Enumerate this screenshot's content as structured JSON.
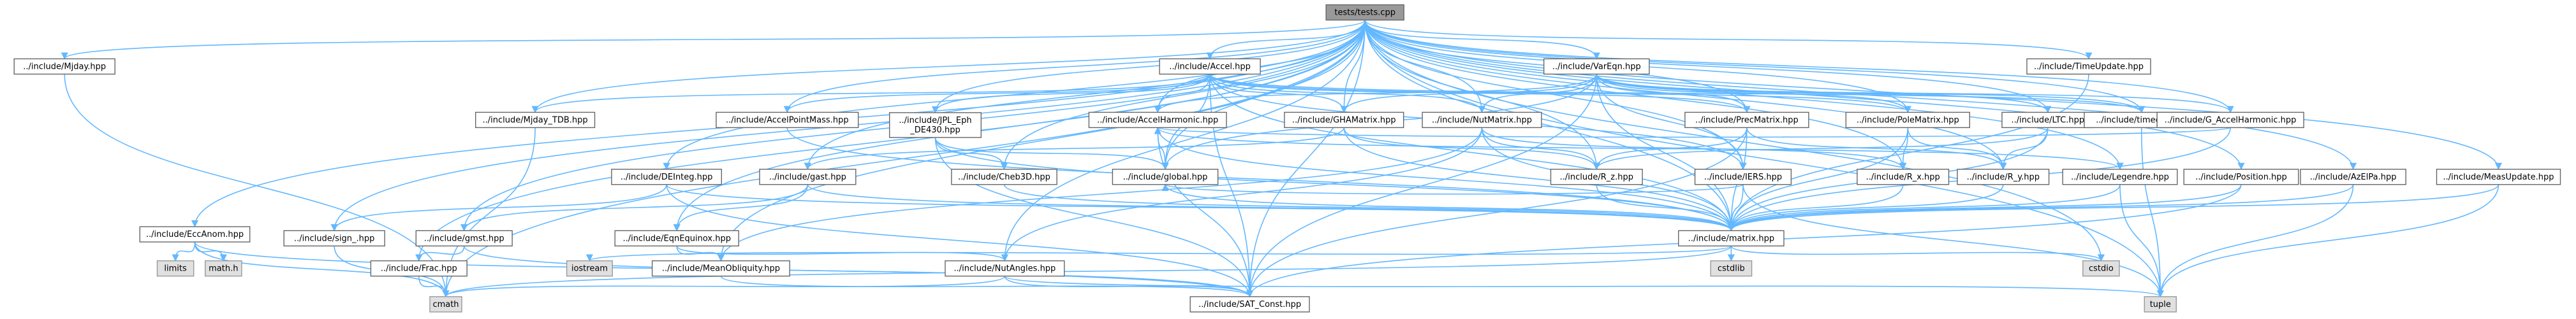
{
  "diagram": {
    "root": "tests/tests.cpp",
    "nodes": [
      {
        "id": "root",
        "label": "tests/tests.cpp",
        "kind": "root"
      },
      {
        "id": "mjday",
        "label": "../include/Mjday.hpp",
        "kind": "file"
      },
      {
        "id": "accel",
        "label": "../include/Accel.hpp",
        "kind": "file"
      },
      {
        "id": "varEqn",
        "label": "../include/VarEqn.hpp",
        "kind": "file"
      },
      {
        "id": "timeUpdate",
        "label": "../include/TimeUpdate.hpp",
        "kind": "file"
      },
      {
        "id": "mjdayTdb",
        "label": "../include/Mjday_TDB.hpp",
        "kind": "file"
      },
      {
        "id": "accelPointMass",
        "label": "../include/AccelPointMass.hpp",
        "kind": "file"
      },
      {
        "id": "jplEph",
        "label": "../include/JPL_Eph\n_DE430.hpp",
        "kind": "file"
      },
      {
        "id": "accelHarmonic",
        "label": "../include/AccelHarmonic.hpp",
        "kind": "file"
      },
      {
        "id": "gHAMatrix",
        "label": "../include/GHAMatrix.hpp",
        "kind": "file"
      },
      {
        "id": "nutMatrix",
        "label": "../include/NutMatrix.hpp",
        "kind": "file"
      },
      {
        "id": "precMatrix",
        "label": "../include/PrecMatrix.hpp",
        "kind": "file"
      },
      {
        "id": "poleMatrix",
        "label": "../include/PoleMatrix.hpp",
        "kind": "file"
      },
      {
        "id": "lti",
        "label": "../include/LTC.hpp",
        "kind": "file"
      },
      {
        "id": "timediff",
        "label": "../include/timediff.hpp",
        "kind": "file"
      },
      {
        "id": "gAccelHarmonic",
        "label": "../include/G_AccelHarmonic.hpp",
        "kind": "file"
      },
      {
        "id": "deInteg",
        "label": "../include/DEInteg.hpp",
        "kind": "file"
      },
      {
        "id": "gast",
        "label": "../include/gast.hpp",
        "kind": "file"
      },
      {
        "id": "cheb3d",
        "label": "../include/Cheb3D.hpp",
        "kind": "file"
      },
      {
        "id": "global",
        "label": "../include/global.hpp",
        "kind": "file"
      },
      {
        "id": "rz",
        "label": "../include/R_z.hpp",
        "kind": "file"
      },
      {
        "id": "iers",
        "label": "../include/IERS.hpp",
        "kind": "file"
      },
      {
        "id": "rx",
        "label": "../include/R_x.hpp",
        "kind": "file"
      },
      {
        "id": "ry",
        "label": "../include/R_y.hpp",
        "kind": "file"
      },
      {
        "id": "legendre",
        "label": "../include/Legendre.hpp",
        "kind": "file"
      },
      {
        "id": "position",
        "label": "../include/Position.hpp",
        "kind": "file"
      },
      {
        "id": "azElPa",
        "label": "../include/AzElPa.hpp",
        "kind": "file"
      },
      {
        "id": "measUpdate",
        "label": "../include/MeasUpdate.hpp",
        "kind": "file"
      },
      {
        "id": "eccAnom",
        "label": "../include/EccAnom.hpp",
        "kind": "file"
      },
      {
        "id": "sign",
        "label": "../include/sign_.hpp",
        "kind": "file"
      },
      {
        "id": "gmst",
        "label": "../include/gmst.hpp",
        "kind": "file"
      },
      {
        "id": "eqnEquinox",
        "label": "../include/EqnEquinox.hpp",
        "kind": "file"
      },
      {
        "id": "matrix",
        "label": "../include/matrix.hpp",
        "kind": "file"
      },
      {
        "id": "limits",
        "label": "limits",
        "kind": "sys"
      },
      {
        "id": "mathh",
        "label": "math.h",
        "kind": "sys"
      },
      {
        "id": "frac",
        "label": "../include/Frac.hpp",
        "kind": "file"
      },
      {
        "id": "iostream",
        "label": "iostream",
        "kind": "sys"
      },
      {
        "id": "meanObliquity",
        "label": "../include/MeanObliquity.hpp",
        "kind": "file"
      },
      {
        "id": "nutAngles",
        "label": "../include/NutAngles.hpp",
        "kind": "file"
      },
      {
        "id": "cstdlib",
        "label": "cstdlib",
        "kind": "sys"
      },
      {
        "id": "cstdio",
        "label": "cstdio",
        "kind": "sys"
      },
      {
        "id": "cmath",
        "label": "cmath",
        "kind": "sys"
      },
      {
        "id": "satConst",
        "label": "../include/SAT_Const.hpp",
        "kind": "file"
      },
      {
        "id": "tuple",
        "label": "tuple",
        "kind": "sys"
      }
    ],
    "edges": [
      [
        "root",
        "mjday"
      ],
      [
        "root",
        "accel"
      ],
      [
        "root",
        "varEqn"
      ],
      [
        "root",
        "timeUpdate"
      ],
      [
        "root",
        "mjdayTdb"
      ],
      [
        "root",
        "accelPointMass"
      ],
      [
        "root",
        "jplEph"
      ],
      [
        "root",
        "accelHarmonic"
      ],
      [
        "root",
        "gHAMatrix"
      ],
      [
        "root",
        "nutMatrix"
      ],
      [
        "root",
        "precMatrix"
      ],
      [
        "root",
        "poleMatrix"
      ],
      [
        "root",
        "lti"
      ],
      [
        "root",
        "timediff"
      ],
      [
        "root",
        "gAccelHarmonic"
      ],
      [
        "root",
        "deInteg"
      ],
      [
        "root",
        "gast"
      ],
      [
        "root",
        "cheb3d"
      ],
      [
        "root",
        "global"
      ],
      [
        "root",
        "rz"
      ],
      [
        "root",
        "iers"
      ],
      [
        "root",
        "rx"
      ],
      [
        "root",
        "ry"
      ],
      [
        "root",
        "legendre"
      ],
      [
        "root",
        "position"
      ],
      [
        "root",
        "azElPa"
      ],
      [
        "root",
        "measUpdate"
      ],
      [
        "root",
        "eccAnom"
      ],
      [
        "root",
        "sign"
      ],
      [
        "root",
        "gmst"
      ],
      [
        "root",
        "eqnEquinox"
      ],
      [
        "root",
        "matrix"
      ],
      [
        "root",
        "frac"
      ],
      [
        "root",
        "meanObliquity"
      ],
      [
        "root",
        "nutAngles"
      ],
      [
        "root",
        "cstdio"
      ],
      [
        "root",
        "cmath"
      ],
      [
        "root",
        "satConst"
      ],
      [
        "root",
        "tuple"
      ],
      [
        "mjday",
        "cmath"
      ],
      [
        "accel",
        "mjdayTdb"
      ],
      [
        "accel",
        "accelPointMass"
      ],
      [
        "accel",
        "jplEph"
      ],
      [
        "accel",
        "accelHarmonic"
      ],
      [
        "accel",
        "gHAMatrix"
      ],
      [
        "accel",
        "nutMatrix"
      ],
      [
        "accel",
        "precMatrix"
      ],
      [
        "accel",
        "poleMatrix"
      ],
      [
        "accel",
        "iers"
      ],
      [
        "accel",
        "global"
      ],
      [
        "accel",
        "matrix"
      ],
      [
        "accel",
        "satConst"
      ],
      [
        "accel",
        "timediff"
      ],
      [
        "varEqn",
        "accelHarmonic"
      ],
      [
        "varEqn",
        "gHAMatrix"
      ],
      [
        "varEqn",
        "nutMatrix"
      ],
      [
        "varEqn",
        "precMatrix"
      ],
      [
        "varEqn",
        "poleMatrix"
      ],
      [
        "varEqn",
        "timediff"
      ],
      [
        "varEqn",
        "gAccelHarmonic"
      ],
      [
        "varEqn",
        "iers"
      ],
      [
        "varEqn",
        "global"
      ],
      [
        "varEqn",
        "matrix"
      ],
      [
        "varEqn",
        "satConst"
      ],
      [
        "varEqn",
        "lti"
      ],
      [
        "timeUpdate",
        "matrix"
      ],
      [
        "mjdayTdb",
        "cmath"
      ],
      [
        "accelPointMass",
        "matrix"
      ],
      [
        "jplEph",
        "cheb3d"
      ],
      [
        "jplEph",
        "global"
      ],
      [
        "jplEph",
        "matrix"
      ],
      [
        "jplEph",
        "satConst"
      ],
      [
        "accelHarmonic",
        "legendre"
      ],
      [
        "accelHarmonic",
        "matrix"
      ],
      [
        "accelHarmonic",
        "global"
      ],
      [
        "accelHarmonic",
        "satConst"
      ],
      [
        "gHAMatrix",
        "gast"
      ],
      [
        "gHAMatrix",
        "rz"
      ],
      [
        "gHAMatrix",
        "matrix"
      ],
      [
        "nutMatrix",
        "nutAngles"
      ],
      [
        "nutMatrix",
        "meanObliquity"
      ],
      [
        "nutMatrix",
        "rx"
      ],
      [
        "nutMatrix",
        "rz"
      ],
      [
        "nutMatrix",
        "matrix"
      ],
      [
        "precMatrix",
        "rz"
      ],
      [
        "precMatrix",
        "ry"
      ],
      [
        "precMatrix",
        "matrix"
      ],
      [
        "precMatrix",
        "satConst"
      ],
      [
        "poleMatrix",
        "rx"
      ],
      [
        "poleMatrix",
        "ry"
      ],
      [
        "poleMatrix",
        "matrix"
      ],
      [
        "lti",
        "rz"
      ],
      [
        "lti",
        "ry"
      ],
      [
        "lti",
        "matrix"
      ],
      [
        "timediff",
        "tuple"
      ],
      [
        "gAccelHarmonic",
        "accelHarmonic"
      ],
      [
        "gAccelHarmonic",
        "matrix"
      ],
      [
        "deInteg",
        "sign"
      ],
      [
        "deInteg",
        "matrix"
      ],
      [
        "deInteg",
        "satConst"
      ],
      [
        "gast",
        "gmst"
      ],
      [
        "gast",
        "eqnEquinox"
      ],
      [
        "gast",
        "matrix"
      ],
      [
        "cheb3d",
        "matrix"
      ],
      [
        "global",
        "matrix"
      ],
      [
        "rz",
        "matrix"
      ],
      [
        "iers",
        "matrix"
      ],
      [
        "iers",
        "global"
      ],
      [
        "iers",
        "tuple"
      ],
      [
        "rx",
        "matrix"
      ],
      [
        "ry",
        "matrix"
      ],
      [
        "legendre",
        "matrix"
      ],
      [
        "legendre",
        "tuple"
      ],
      [
        "position",
        "matrix"
      ],
      [
        "position",
        "satConst"
      ],
      [
        "azElPa",
        "matrix"
      ],
      [
        "azElPa",
        "tuple"
      ],
      [
        "measUpdate",
        "matrix"
      ],
      [
        "measUpdate",
        "tuple"
      ],
      [
        "eccAnom",
        "limits"
      ],
      [
        "eccAnom",
        "mathh"
      ],
      [
        "eccAnom",
        "cmath"
      ],
      [
        "eccAnom",
        "satConst"
      ],
      [
        "sign",
        "cmath"
      ],
      [
        "gmst",
        "frac"
      ],
      [
        "gmst",
        "satConst"
      ],
      [
        "eqnEquinox",
        "nutAngles"
      ],
      [
        "eqnEquinox",
        "meanObliquity"
      ],
      [
        "matrix",
        "cmath"
      ],
      [
        "matrix",
        "iostream"
      ],
      [
        "matrix",
        "cstdlib"
      ],
      [
        "matrix",
        "cstdio"
      ],
      [
        "frac",
        "cmath"
      ],
      [
        "meanObliquity",
        "satConst"
      ],
      [
        "nutAngles",
        "satConst"
      ],
      [
        "nutAngles",
        "cmath"
      ],
      [
        "nutAngles",
        "tuple"
      ]
    ]
  }
}
